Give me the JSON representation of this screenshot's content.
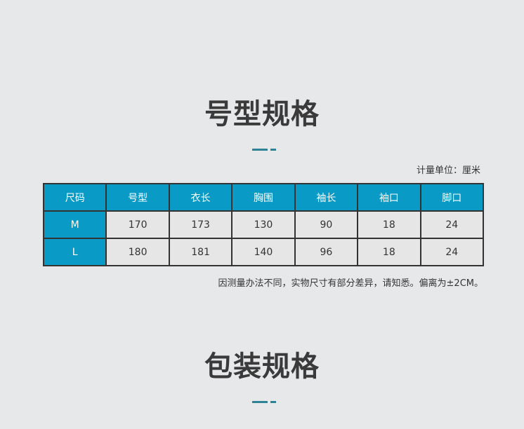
{
  "section1": {
    "title": "号型规格"
  },
  "unit": "计量单位：厘米",
  "table": {
    "headers": [
      "尺码",
      "号型",
      "衣长",
      "胸围",
      "袖长",
      "袖口",
      "脚口"
    ],
    "rows": [
      [
        "M",
        "170",
        "173",
        "130",
        "90",
        "18",
        "24"
      ],
      [
        "L",
        "180",
        "181",
        "140",
        "96",
        "18",
        "24"
      ]
    ]
  },
  "note": "因测量办法不同，实物尺寸有部分差异，请知悉。偏离为±2CM。",
  "section2": {
    "title": "包装规格"
  },
  "colors": {
    "accent": "#0a9ac6",
    "dash": "#2f8296",
    "background": "#e7e8ea"
  }
}
